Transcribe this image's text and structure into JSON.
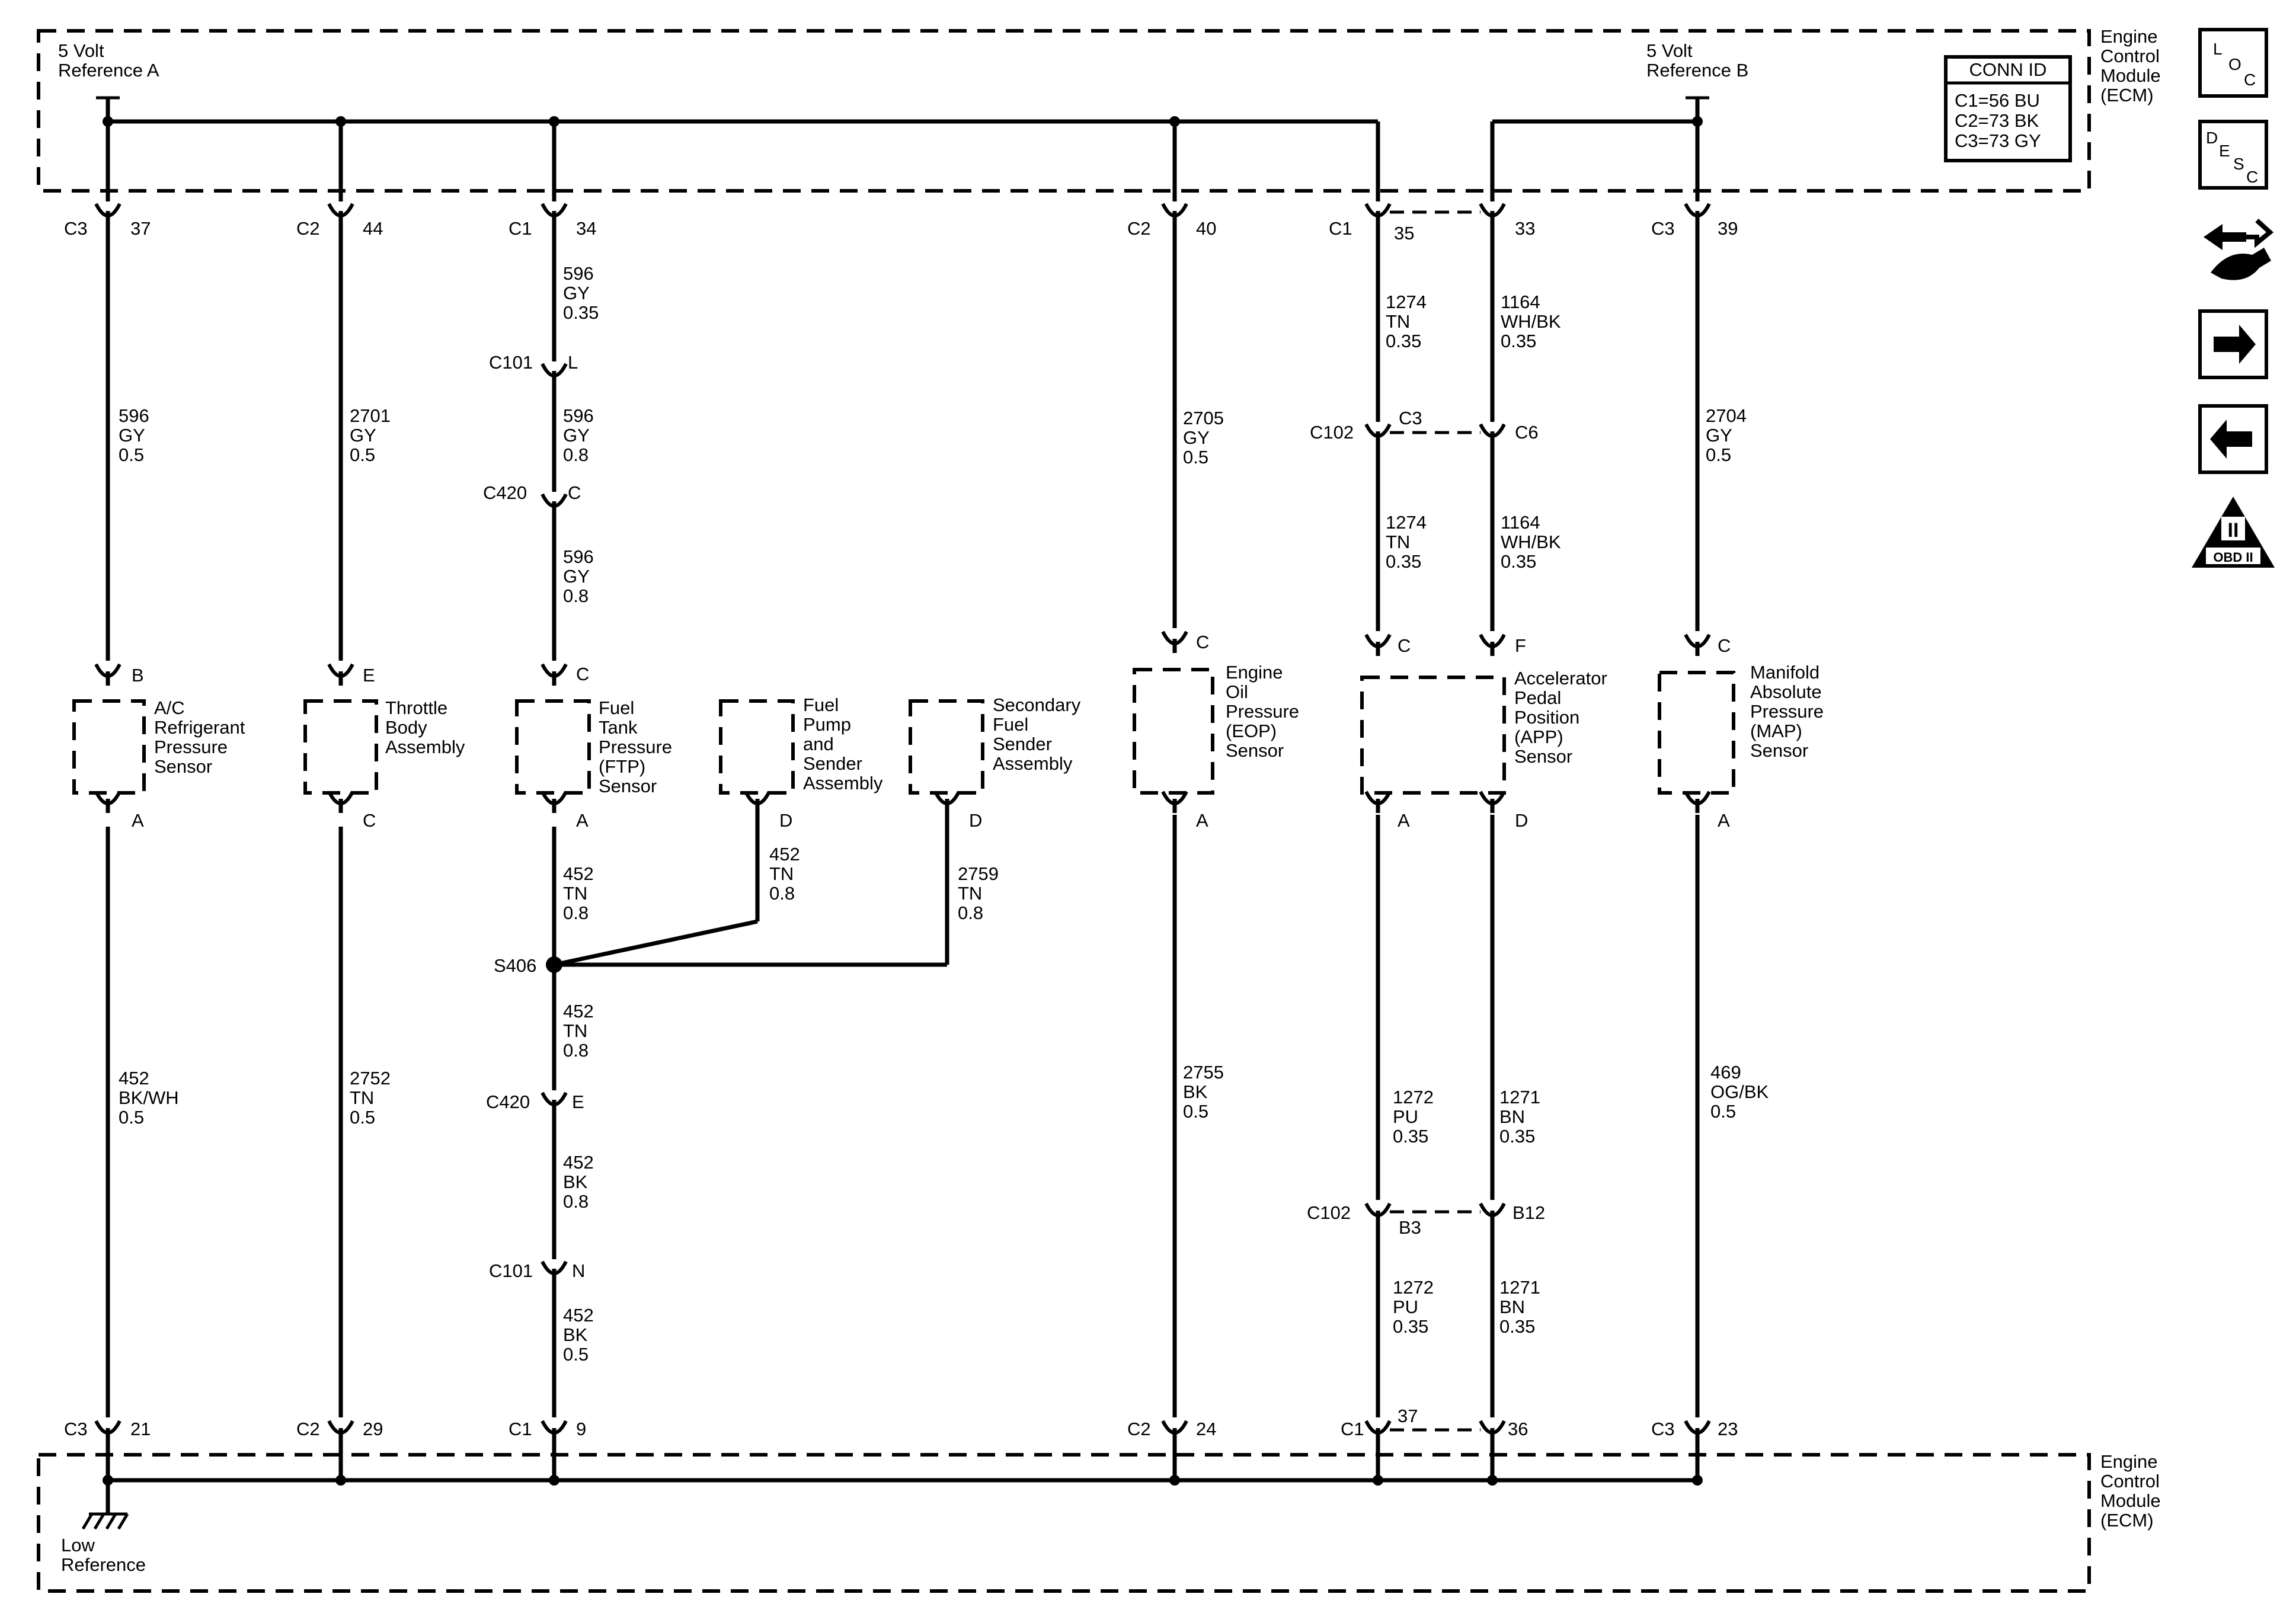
{
  "ecm_top_label": [
    "Engine",
    "Control",
    "Module",
    "(ECM)"
  ],
  "ecm_bottom_label": [
    "Engine",
    "Control",
    "Module",
    "(ECM)"
  ],
  "ref_a": [
    "5 Volt",
    "Reference A"
  ],
  "ref_b": [
    "5 Volt",
    "Reference B"
  ],
  "low_ref": [
    "Low",
    "Reference"
  ],
  "conn_id": {
    "title": "CONN ID",
    "lines": [
      "C1=56 BU",
      "C2=73 BK",
      "C3=73 GY"
    ]
  },
  "icons": [
    {
      "name": "loc-icon",
      "letters": [
        "L",
        "O",
        "C"
      ]
    },
    {
      "name": "desc-icon",
      "letters": [
        "D",
        "E",
        "S",
        "C"
      ]
    },
    {
      "name": "wrench-arrows-icon"
    },
    {
      "name": "arrow-right-icon"
    },
    {
      "name": "arrow-left-icon"
    },
    {
      "name": "obd-ii-icon",
      "text": [
        "II",
        "OBD II"
      ]
    }
  ],
  "components": [
    {
      "id": "ac",
      "label": [
        "A/C",
        "Refrigerant",
        "Pressure",
        "Sensor"
      ]
    },
    {
      "id": "tb",
      "label": [
        "Throttle",
        "Body",
        "Assembly"
      ]
    },
    {
      "id": "ftp",
      "label": [
        "Fuel",
        "Tank",
        "Pressure",
        "(FTP)",
        "Sensor"
      ]
    },
    {
      "id": "fp",
      "label": [
        "Fuel",
        "Pump",
        "and",
        "Sender",
        "Assembly"
      ]
    },
    {
      "id": "sf",
      "label": [
        "Secondary",
        "Fuel",
        "Sender",
        "Assembly"
      ]
    },
    {
      "id": "eop",
      "label": [
        "Engine",
        "Oil",
        "Pressure",
        "(EOP)",
        "Sensor"
      ]
    },
    {
      "id": "app",
      "label": [
        "Accelerator",
        "Pedal",
        "Position",
        "(APP)",
        "Sensor"
      ]
    },
    {
      "id": "map",
      "label": [
        "Manifold",
        "Absolute",
        "Pressure",
        "(MAP)",
        "Sensor"
      ]
    }
  ],
  "pins": [
    {
      "id": "c3-37",
      "conn": "C3",
      "pin": "37"
    },
    {
      "id": "c2-44",
      "conn": "C2",
      "pin": "44"
    },
    {
      "id": "c1-34",
      "conn": "C1",
      "pin": "34"
    },
    {
      "id": "c2-40",
      "conn": "C2",
      "pin": "40"
    },
    {
      "id": "c1-35",
      "conn": "C1",
      "pin": "35"
    },
    {
      "id": "c1-33",
      "conn": "",
      "pin": "33"
    },
    {
      "id": "c3-39",
      "conn": "C3",
      "pin": "39"
    },
    {
      "id": "c101-l",
      "conn": "C101",
      "pin": "L"
    },
    {
      "id": "c420-c",
      "conn": "C420",
      "pin": "C"
    },
    {
      "id": "c102-c3",
      "conn": "C102",
      "pin": "C3"
    },
    {
      "id": "c102-c6",
      "conn": "",
      "pin": "C6"
    },
    {
      "id": "ac-b",
      "conn": "",
      "pin": "B"
    },
    {
      "id": "tb-e",
      "conn": "",
      "pin": "E"
    },
    {
      "id": "ftp-c",
      "conn": "",
      "pin": "C"
    },
    {
      "id": "eop-c",
      "conn": "",
      "pin": "C"
    },
    {
      "id": "app-c",
      "conn": "",
      "pin": "C"
    },
    {
      "id": "app-f",
      "conn": "",
      "pin": "F"
    },
    {
      "id": "map-c",
      "conn": "",
      "pin": "C"
    },
    {
      "id": "ac-a",
      "conn": "",
      "pin": "A"
    },
    {
      "id": "tb-c",
      "conn": "",
      "pin": "C"
    },
    {
      "id": "ftp-a",
      "conn": "",
      "pin": "A"
    },
    {
      "id": "fp-d",
      "conn": "",
      "pin": "D"
    },
    {
      "id": "sf-d",
      "conn": "",
      "pin": "D"
    },
    {
      "id": "eop-a",
      "conn": "",
      "pin": "A"
    },
    {
      "id": "app-a",
      "conn": "",
      "pin": "A"
    },
    {
      "id": "app-d",
      "conn": "",
      "pin": "D"
    },
    {
      "id": "map-a",
      "conn": "",
      "pin": "A"
    },
    {
      "id": "s406",
      "conn": "S406",
      "pin": ""
    },
    {
      "id": "c420-e",
      "conn": "C420",
      "pin": "E"
    },
    {
      "id": "c101-n",
      "conn": "C101",
      "pin": "N"
    },
    {
      "id": "c102-b3",
      "conn": "C102",
      "pin": "B3"
    },
    {
      "id": "c102-b12",
      "conn": "",
      "pin": "B12"
    },
    {
      "id": "c3-21",
      "conn": "C3",
      "pin": "21"
    },
    {
      "id": "c2-29",
      "conn": "C2",
      "pin": "29"
    },
    {
      "id": "c1-9",
      "conn": "C1",
      "pin": "9"
    },
    {
      "id": "c2-24",
      "conn": "C2",
      "pin": "24"
    },
    {
      "id": "c1-37",
      "conn": "C1",
      "pin": "37"
    },
    {
      "id": "c1-36",
      "conn": "",
      "pin": "36"
    },
    {
      "id": "c3-23",
      "conn": "C3",
      "pin": "23"
    }
  ],
  "wires": [
    {
      "id": "w1",
      "lines": [
        "596",
        "GY",
        "0.5"
      ]
    },
    {
      "id": "w2",
      "lines": [
        "2701",
        "GY",
        "0.5"
      ]
    },
    {
      "id": "w3",
      "lines": [
        "596",
        "GY",
        "0.35"
      ]
    },
    {
      "id": "w4",
      "lines": [
        "596",
        "GY",
        "0.8"
      ]
    },
    {
      "id": "w5",
      "lines": [
        "596",
        "GY",
        "0.8"
      ]
    },
    {
      "id": "w6",
      "lines": [
        "2705",
        "GY",
        "0.5"
      ]
    },
    {
      "id": "w7",
      "lines": [
        "1274",
        "TN",
        "0.35"
      ]
    },
    {
      "id": "w8",
      "lines": [
        "1164",
        "WH/BK",
        "0.35"
      ]
    },
    {
      "id": "w9",
      "lines": [
        "1274",
        "TN",
        "0.35"
      ]
    },
    {
      "id": "w10",
      "lines": [
        "1164",
        "WH/BK",
        "0.35"
      ]
    },
    {
      "id": "w11",
      "lines": [
        "2704",
        "GY",
        "0.5"
      ]
    },
    {
      "id": "w12",
      "lines": [
        "452",
        "BK/WH",
        "0.5"
      ]
    },
    {
      "id": "w13",
      "lines": [
        "2752",
        "TN",
        "0.5"
      ]
    },
    {
      "id": "w14",
      "lines": [
        "452",
        "TN",
        "0.8"
      ]
    },
    {
      "id": "w15",
      "lines": [
        "452",
        "TN",
        "0.8"
      ]
    },
    {
      "id": "w16",
      "lines": [
        "2759",
        "TN",
        "0.8"
      ]
    },
    {
      "id": "w17",
      "lines": [
        "452",
        "TN",
        "0.8"
      ]
    },
    {
      "id": "w18",
      "lines": [
        "452",
        "BK",
        "0.8"
      ]
    },
    {
      "id": "w19",
      "lines": [
        "452",
        "BK",
        "0.5"
      ]
    },
    {
      "id": "w20",
      "lines": [
        "2755",
        "BK",
        "0.5"
      ]
    },
    {
      "id": "w21",
      "lines": [
        "1272",
        "PU",
        "0.35"
      ]
    },
    {
      "id": "w22",
      "lines": [
        "1271",
        "BN",
        "0.35"
      ]
    },
    {
      "id": "w23",
      "lines": [
        "1272",
        "PU",
        "0.35"
      ]
    },
    {
      "id": "w24",
      "lines": [
        "1271",
        "BN",
        "0.35"
      ]
    },
    {
      "id": "w25",
      "lines": [
        "469",
        "OG/BK",
        "0.5"
      ]
    }
  ]
}
